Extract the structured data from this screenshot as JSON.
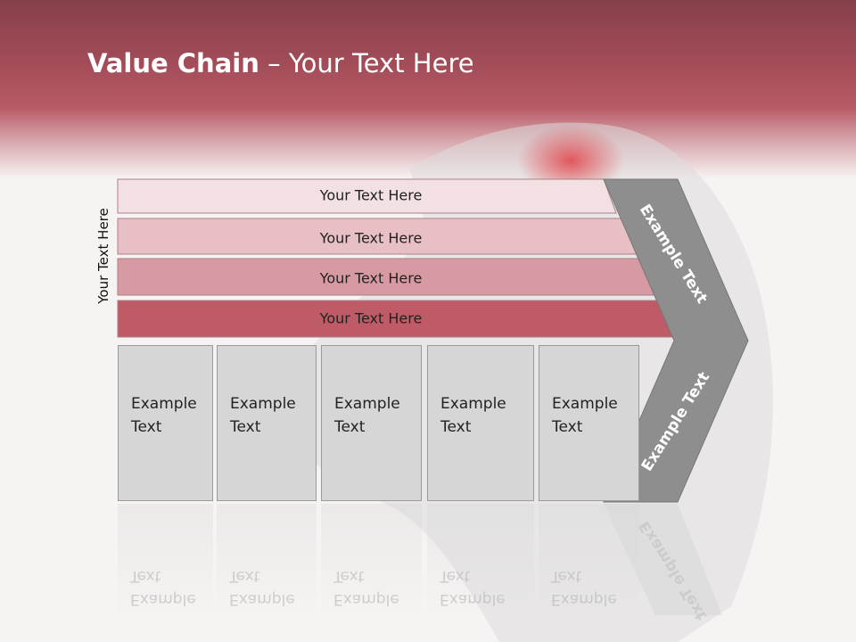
{
  "title": {
    "bold": "Value Chain",
    "rest": " – Your Text Here"
  },
  "side_label": "Your Text Here",
  "bars": [
    {
      "label": "Your Text Here",
      "color": "#f3e0e3"
    },
    {
      "label": "Your Text Here",
      "color": "#e7bfc5"
    },
    {
      "label": "Your Text Here",
      "color": "#d89aa2"
    },
    {
      "label": "Your Text Here",
      "color": "#bf5b66"
    }
  ],
  "boxes": [
    {
      "line1": "Example",
      "line2": "Text"
    },
    {
      "line1": "Example",
      "line2": "Text"
    },
    {
      "line1": "Example",
      "line2": "Text"
    },
    {
      "line1": "Example",
      "line2": "Text"
    },
    {
      "line1": "Example",
      "line2": "Text"
    }
  ],
  "chevron": {
    "upper_label": "Example Text",
    "lower_label": "Example Text",
    "color": "#8e8e8e"
  }
}
